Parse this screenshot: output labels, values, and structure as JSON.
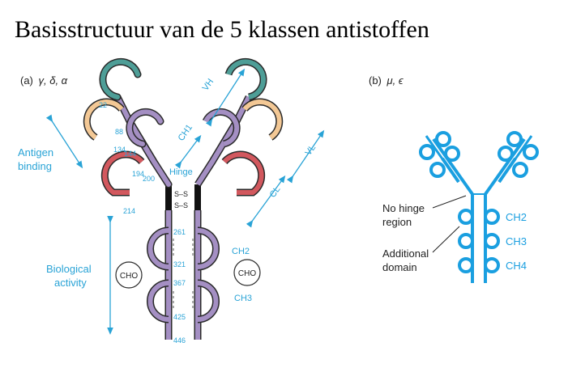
{
  "title": "Basisstructuur van de 5 klassen antistoffen",
  "panel_a": {
    "heading_prefix": "(a)",
    "heading_classes": "γ, δ, α",
    "labels": {
      "antigen_binding_1": "Antigen",
      "antigen_binding_2": "binding",
      "biological_1": "Biological",
      "biological_2": "activity",
      "hinge": "Hinge",
      "vh": "VH",
      "vl": "VL",
      "cl": "CL",
      "ch1": "CH1",
      "ch2": "CH2",
      "ch3": "CH3",
      "cho_left": "CHO",
      "cho_right": "CHO",
      "ss1": "S–S",
      "ss2": "S–S"
    },
    "residues": [
      "22",
      "88",
      "134",
      "144",
      "194",
      "200",
      "214",
      "261",
      "321",
      "367",
      "425",
      "446"
    ]
  },
  "panel_b": {
    "heading_prefix": "(b)",
    "heading_classes": "μ, ϵ",
    "labels": {
      "no_hinge_1": "No hinge",
      "no_hinge_2": "region",
      "additional_1": "Additional",
      "additional_2": "domain",
      "ch2": "CH2",
      "ch3": "CH3",
      "ch4": "CH4"
    }
  },
  "colors": {
    "label_blue": "#29a3d6",
    "heavy_purple": "#a48fc3",
    "variable_teal": "#4e9e97",
    "light_orange": "#f3c895",
    "light_red": "#d2585e",
    "outline": "#2a2a2a",
    "schematic_blue": "#1a9fe0"
  }
}
